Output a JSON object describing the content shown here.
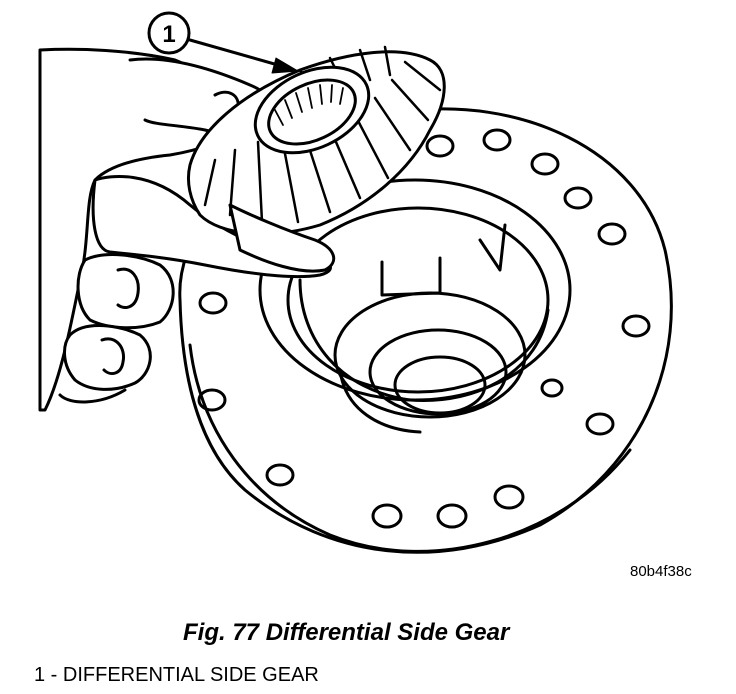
{
  "figure": {
    "callout": "1",
    "code": "80b4f38c",
    "caption": "Fig. 77 Differential Side Gear",
    "legend": [
      {
        "number": "1",
        "text": "1 - DIFFERENTIAL SIDE GEAR"
      }
    ]
  },
  "icons": [
    "hand-illustration",
    "differential-side-gear-drawing",
    "differential-case-drawing",
    "leader-arrow"
  ],
  "colors": {
    "ink": "#000000",
    "paper": "#ffffff"
  }
}
